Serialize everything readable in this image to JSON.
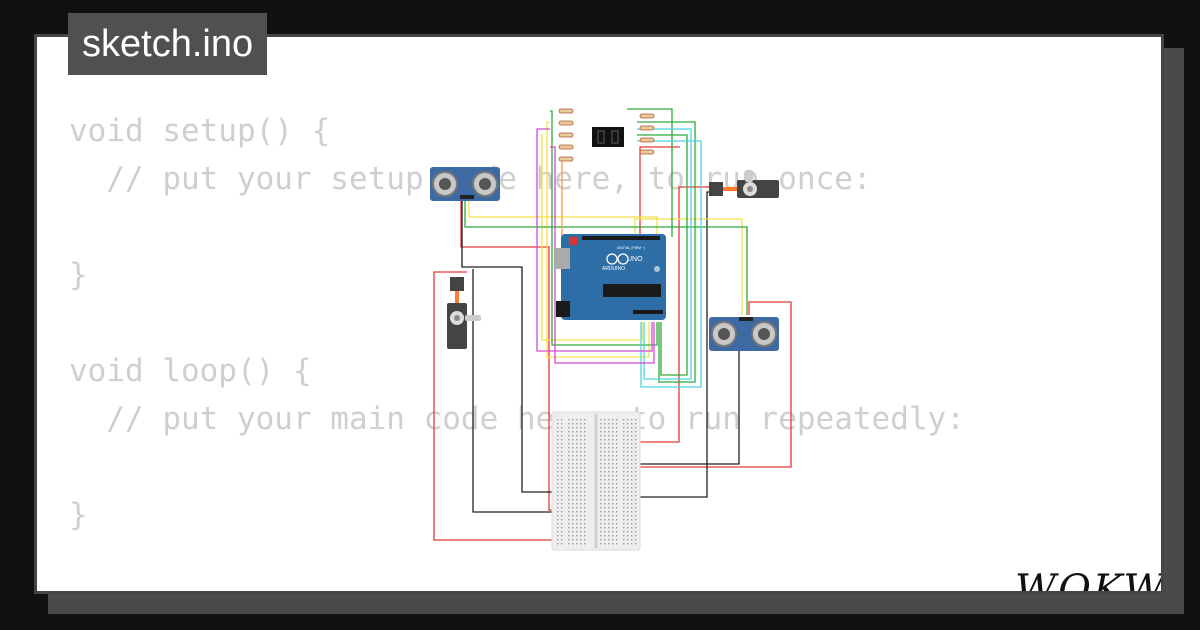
{
  "tab": {
    "filename": "sketch.ino"
  },
  "code": {
    "lines": [
      "void setup() {",
      "  // put your setup code here, to run once:",
      "",
      "}",
      "",
      "void loop() {",
      "  // put your main code here, to run repeatedly:",
      "",
      "}"
    ]
  },
  "board": {
    "model_label": "UNO",
    "brand_label": "ARDUINO",
    "digital_label": "DIGITAL (PWM ~)"
  },
  "brand": {
    "logo_text": "WOKWI"
  },
  "colors": {
    "background": "#111111",
    "card": "#ffffff",
    "tab": "#505050",
    "code_text": "#cfcfcf",
    "board_blue": "#2e6ea6",
    "sensor_blue": "#3d6aa3",
    "wire_red": "#e53935",
    "wire_black": "#222222",
    "wire_yellow": "#f2e24a",
    "wire_green": "#2eaa3a",
    "wire_cyan": "#4fd6e0",
    "wire_magenta": "#d44ad4"
  }
}
